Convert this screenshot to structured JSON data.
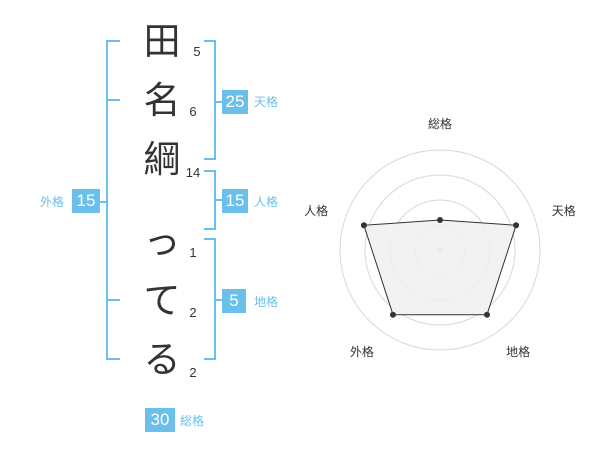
{
  "name": {
    "characters": [
      {
        "char": "田",
        "strokes": "5"
      },
      {
        "char": "名",
        "strokes": "6"
      },
      {
        "char": "綱",
        "strokes": "14"
      },
      {
        "char": "っ",
        "strokes": "1"
      },
      {
        "char": "て",
        "strokes": "2"
      },
      {
        "char": "る",
        "strokes": "2"
      }
    ]
  },
  "fortune": {
    "ten": {
      "value": "25",
      "label": "天格"
    },
    "jin": {
      "value": "15",
      "label": "人格"
    },
    "chi": {
      "value": "5",
      "label": "地格"
    },
    "gai": {
      "value": "15",
      "label": "外格"
    },
    "sou": {
      "value": "30",
      "label": "総格"
    }
  },
  "colors": {
    "accent": "#6bbfeb",
    "text": "#333333",
    "radar_fill": "#f0f0f0",
    "radar_grid": "#d8d8d8"
  },
  "chart_data": {
    "type": "radar",
    "axes": [
      "総格",
      "天格",
      "地格",
      "外格",
      "人格"
    ],
    "values": [
      0.3,
      0.8,
      0.8,
      0.8,
      0.8
    ],
    "range": [
      0,
      1
    ],
    "rings": 4
  }
}
